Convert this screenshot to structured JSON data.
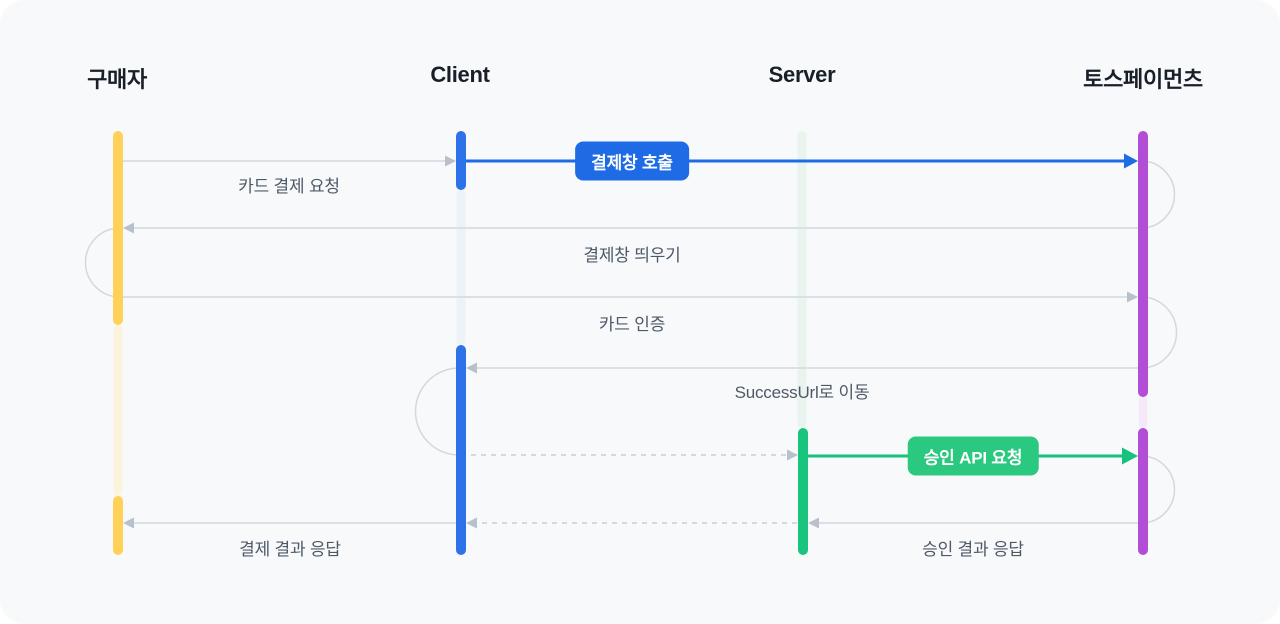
{
  "diagram": {
    "type": "sequence-diagram",
    "actors": [
      {
        "label": "구매자",
        "color": "#FFD159",
        "lifeline_faint_color": "#FBF3DC"
      },
      {
        "label": "Client",
        "color": "#2E72E9",
        "lifeline_faint_color": "#EDF1F8"
      },
      {
        "label": "Server",
        "color": "#19C47D",
        "lifeline_faint_color": "#EAF4EF"
      },
      {
        "label": "토스페이먼츠",
        "color": "#B24DD6",
        "lifeline_faint_color": "#F5E9F9"
      }
    ],
    "messages": [
      {
        "label": "카드 결제 요청",
        "from": "구매자",
        "to": "Client",
        "line": "solid-gray"
      },
      {
        "label": "결제창 호출",
        "from": "Client",
        "to": "토스페이먼츠",
        "line": "solid-blue",
        "badge": true,
        "badge_color": "#1E6BE5"
      },
      {
        "label": "결제창 띄우기",
        "from": "토스페이먼츠",
        "to": "구매자",
        "line": "solid-gray"
      },
      {
        "label": "카드 인증",
        "from": "구매자",
        "to": "토스페이먼츠",
        "line": "solid-gray"
      },
      {
        "label": "SuccessUrl로 이동",
        "from": "토스페이먼츠",
        "to": "Client",
        "line": "solid-gray"
      },
      {
        "label": "",
        "from": "Client",
        "to": "Server",
        "line": "dashed-gray"
      },
      {
        "label": "승인 API 요청",
        "from": "Server",
        "to": "토스페이먼츠",
        "line": "solid-green",
        "badge": true,
        "badge_color": "#2BC97F"
      },
      {
        "label": "승인 결과 응답",
        "from": "토스페이먼츠",
        "to": "Server",
        "line": "solid-gray"
      },
      {
        "label": "",
        "from": "Server",
        "to": "Client",
        "line": "dashed-gray"
      },
      {
        "label": "결제 결과 응답",
        "from": "Client",
        "to": "구매자",
        "line": "solid-gray"
      }
    ],
    "colors": {
      "background": "#F8F9FA",
      "actor_text": "#191F28",
      "label_text": "#4E5968",
      "gray_line": "#D3D8DF",
      "gray_arrowhead": "#B8C0CB",
      "blue_accent": "#1E6BE5",
      "green_accent": "#2BC97F"
    }
  }
}
